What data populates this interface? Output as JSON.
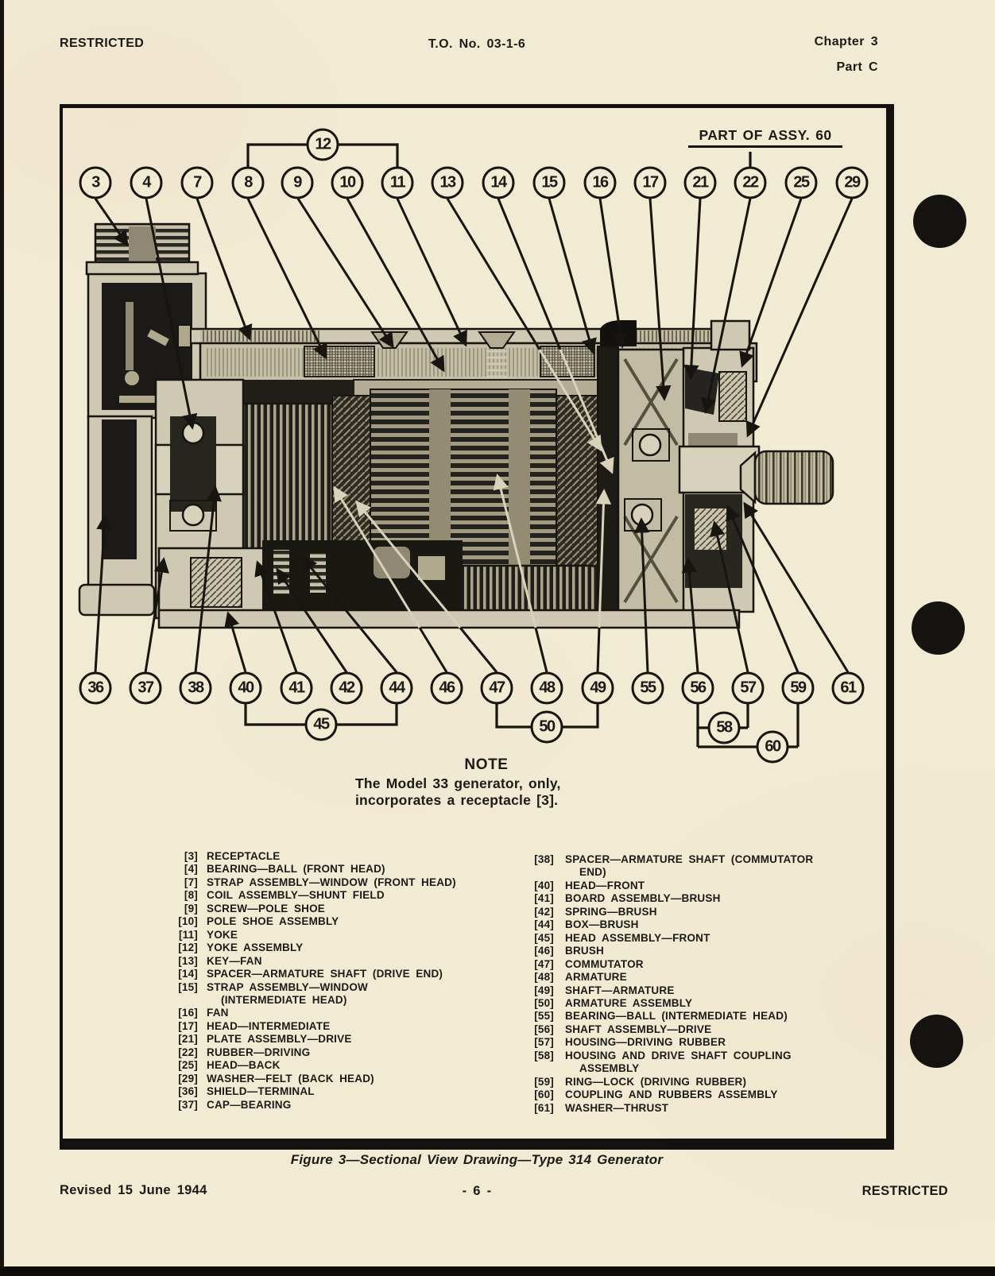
{
  "page": {
    "header": {
      "left": "RESTRICTED",
      "center": "T.O. No. 03-1-6",
      "right_line1": "Chapter 3",
      "right_line2": "Part C"
    },
    "footer": {
      "left": "Revised 15 June 1944",
      "center": "- 6 -",
      "right": "RESTRICTED"
    },
    "figure_caption": "Figure 3—Sectional View Drawing—Type 314 Generator"
  },
  "figure": {
    "assy_label": "PART OF ASSY. 60",
    "note": {
      "title": "NOTE",
      "line1": "The Model 33 generator, only,",
      "line2": "incorporates a receptacle [3]."
    },
    "callouts": {
      "top": [
        "3",
        "4",
        "7",
        "8",
        "9",
        "10",
        "11",
        "13",
        "14",
        "15",
        "16",
        "17",
        "21",
        "22",
        "25",
        "29"
      ],
      "bottom": [
        "36",
        "37",
        "38",
        "40",
        "41",
        "42",
        "44",
        "46",
        "47",
        "48",
        "49",
        "55",
        "56",
        "57",
        "59",
        "61"
      ],
      "top_group": [
        "12"
      ],
      "bottom_group": [
        "45",
        "50",
        "58",
        "60"
      ]
    },
    "parts_list": {
      "left": [
        {
          "num": "[3]",
          "label": "RECEPTACLE"
        },
        {
          "num": "[4]",
          "label": "BEARING—BALL (FRONT HEAD)"
        },
        {
          "num": "[7]",
          "label": "STRAP ASSEMBLY—WINDOW (FRONT HEAD)"
        },
        {
          "num": "[8]",
          "label": "COIL ASSEMBLY—SHUNT FIELD"
        },
        {
          "num": "[9]",
          "label": "SCREW—POLE SHOE"
        },
        {
          "num": "[10]",
          "label": "POLE SHOE ASSEMBLY"
        },
        {
          "num": "[11]",
          "label": "YOKE"
        },
        {
          "num": "[12]",
          "label": "YOKE ASSEMBLY"
        },
        {
          "num": "[13]",
          "label": "KEY—FAN"
        },
        {
          "num": "[14]",
          "label": "SPACER—ARMATURE SHAFT (DRIVE END)"
        },
        {
          "num": "[15]",
          "label": "STRAP ASSEMBLY—WINDOW\n(INTERMEDIATE HEAD)"
        },
        {
          "num": "[16]",
          "label": "FAN"
        },
        {
          "num": "[17]",
          "label": "HEAD—INTERMEDIATE"
        },
        {
          "num": "[21]",
          "label": "PLATE ASSEMBLY—DRIVE"
        },
        {
          "num": "[22]",
          "label": "RUBBER—DRIVING"
        },
        {
          "num": "[25]",
          "label": "HEAD—BACK"
        },
        {
          "num": "[29]",
          "label": "WASHER—FELT (BACK HEAD)"
        },
        {
          "num": "[36]",
          "label": "SHIELD—TERMINAL"
        },
        {
          "num": "[37]",
          "label": "CAP—BEARING"
        }
      ],
      "right": [
        {
          "num": "[38]",
          "label": "SPACER—ARMATURE SHAFT (COMMUTATOR\nEND)"
        },
        {
          "num": "[40]",
          "label": "HEAD—FRONT"
        },
        {
          "num": "[41]",
          "label": "BOARD ASSEMBLY—BRUSH"
        },
        {
          "num": "[42]",
          "label": "SPRING—BRUSH"
        },
        {
          "num": "[44]",
          "label": "BOX—BRUSH"
        },
        {
          "num": "[45]",
          "label": "HEAD ASSEMBLY—FRONT"
        },
        {
          "num": "[46]",
          "label": "BRUSH"
        },
        {
          "num": "[47]",
          "label": "COMMUTATOR"
        },
        {
          "num": "[48]",
          "label": "ARMATURE"
        },
        {
          "num": "[49]",
          "label": "SHAFT—ARMATURE"
        },
        {
          "num": "[50]",
          "label": "ARMATURE ASSEMBLY"
        },
        {
          "num": "[55]",
          "label": "BEARING—BALL (INTERMEDIATE HEAD)"
        },
        {
          "num": "[56]",
          "label": "SHAFT ASSEMBLY—DRIVE"
        },
        {
          "num": "[57]",
          "label": "HOUSING—DRIVING RUBBER"
        },
        {
          "num": "[58]",
          "label": "HOUSING AND DRIVE SHAFT COUPLING\nASSEMBLY"
        },
        {
          "num": "[59]",
          "label": "RING—LOCK (DRIVING RUBBER)"
        },
        {
          "num": "[60]",
          "label": "COUPLING AND RUBBERS ASSEMBLY"
        },
        {
          "num": "[61]",
          "label": "WASHER—THRUST"
        }
      ]
    }
  }
}
